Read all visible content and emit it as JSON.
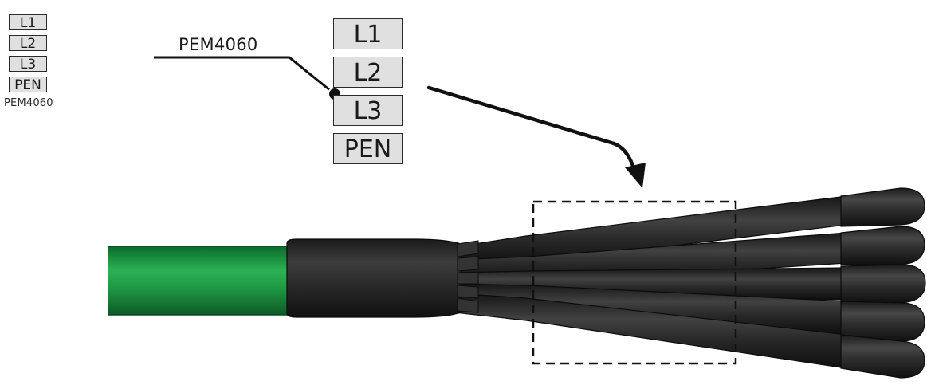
{
  "legend": {
    "markers": [
      "L1",
      "L2",
      "L3",
      "PEN"
    ],
    "caption": "PEM4060"
  },
  "callout": {
    "label": "PEM4060"
  },
  "markers": [
    "L1",
    "L2",
    "L3",
    "PEN"
  ],
  "colors": {
    "cable_sheath": "#1f9a44",
    "breakout_boot": "#2b2b2b",
    "marker_fill": "#e0e0e0",
    "line": "#1a1a1a"
  },
  "icons": {
    "pointer": "arrow-icon",
    "zoom": "dashed-frame-icon"
  }
}
